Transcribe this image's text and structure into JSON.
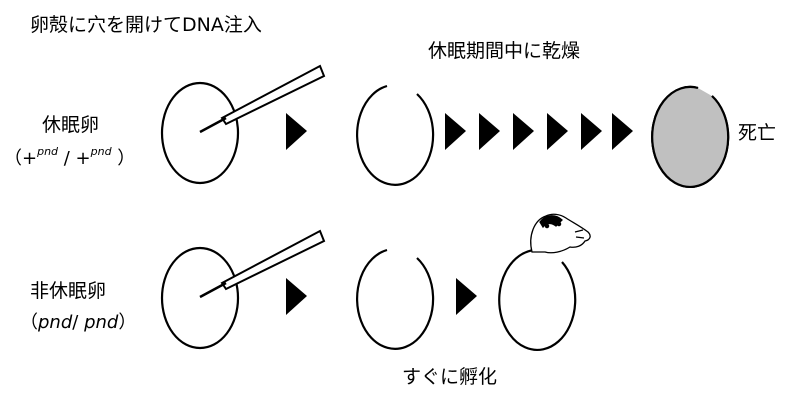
{
  "top_caption": "卵殻に穴を開けてDNA注入",
  "dry_caption": "休眠期間中に乾燥",
  "row1": {
    "label": "休眠卵",
    "geno_open": "（+",
    "geno_sup1": "pnd",
    "geno_mid": " / +",
    "geno_sup2": "pnd",
    "geno_close": " ）",
    "outcome": "死亡"
  },
  "row2": {
    "label": "非休眠卵",
    "geno_open": "（",
    "geno_a": "pnd",
    "geno_mid": "/ ",
    "geno_b": "pnd",
    "geno_close": "）"
  },
  "hatch_caption": "すぐに孵化",
  "colors": {
    "stroke": "#000000",
    "dead_fill": "#c0c0c0",
    "background": "#ffffff"
  }
}
